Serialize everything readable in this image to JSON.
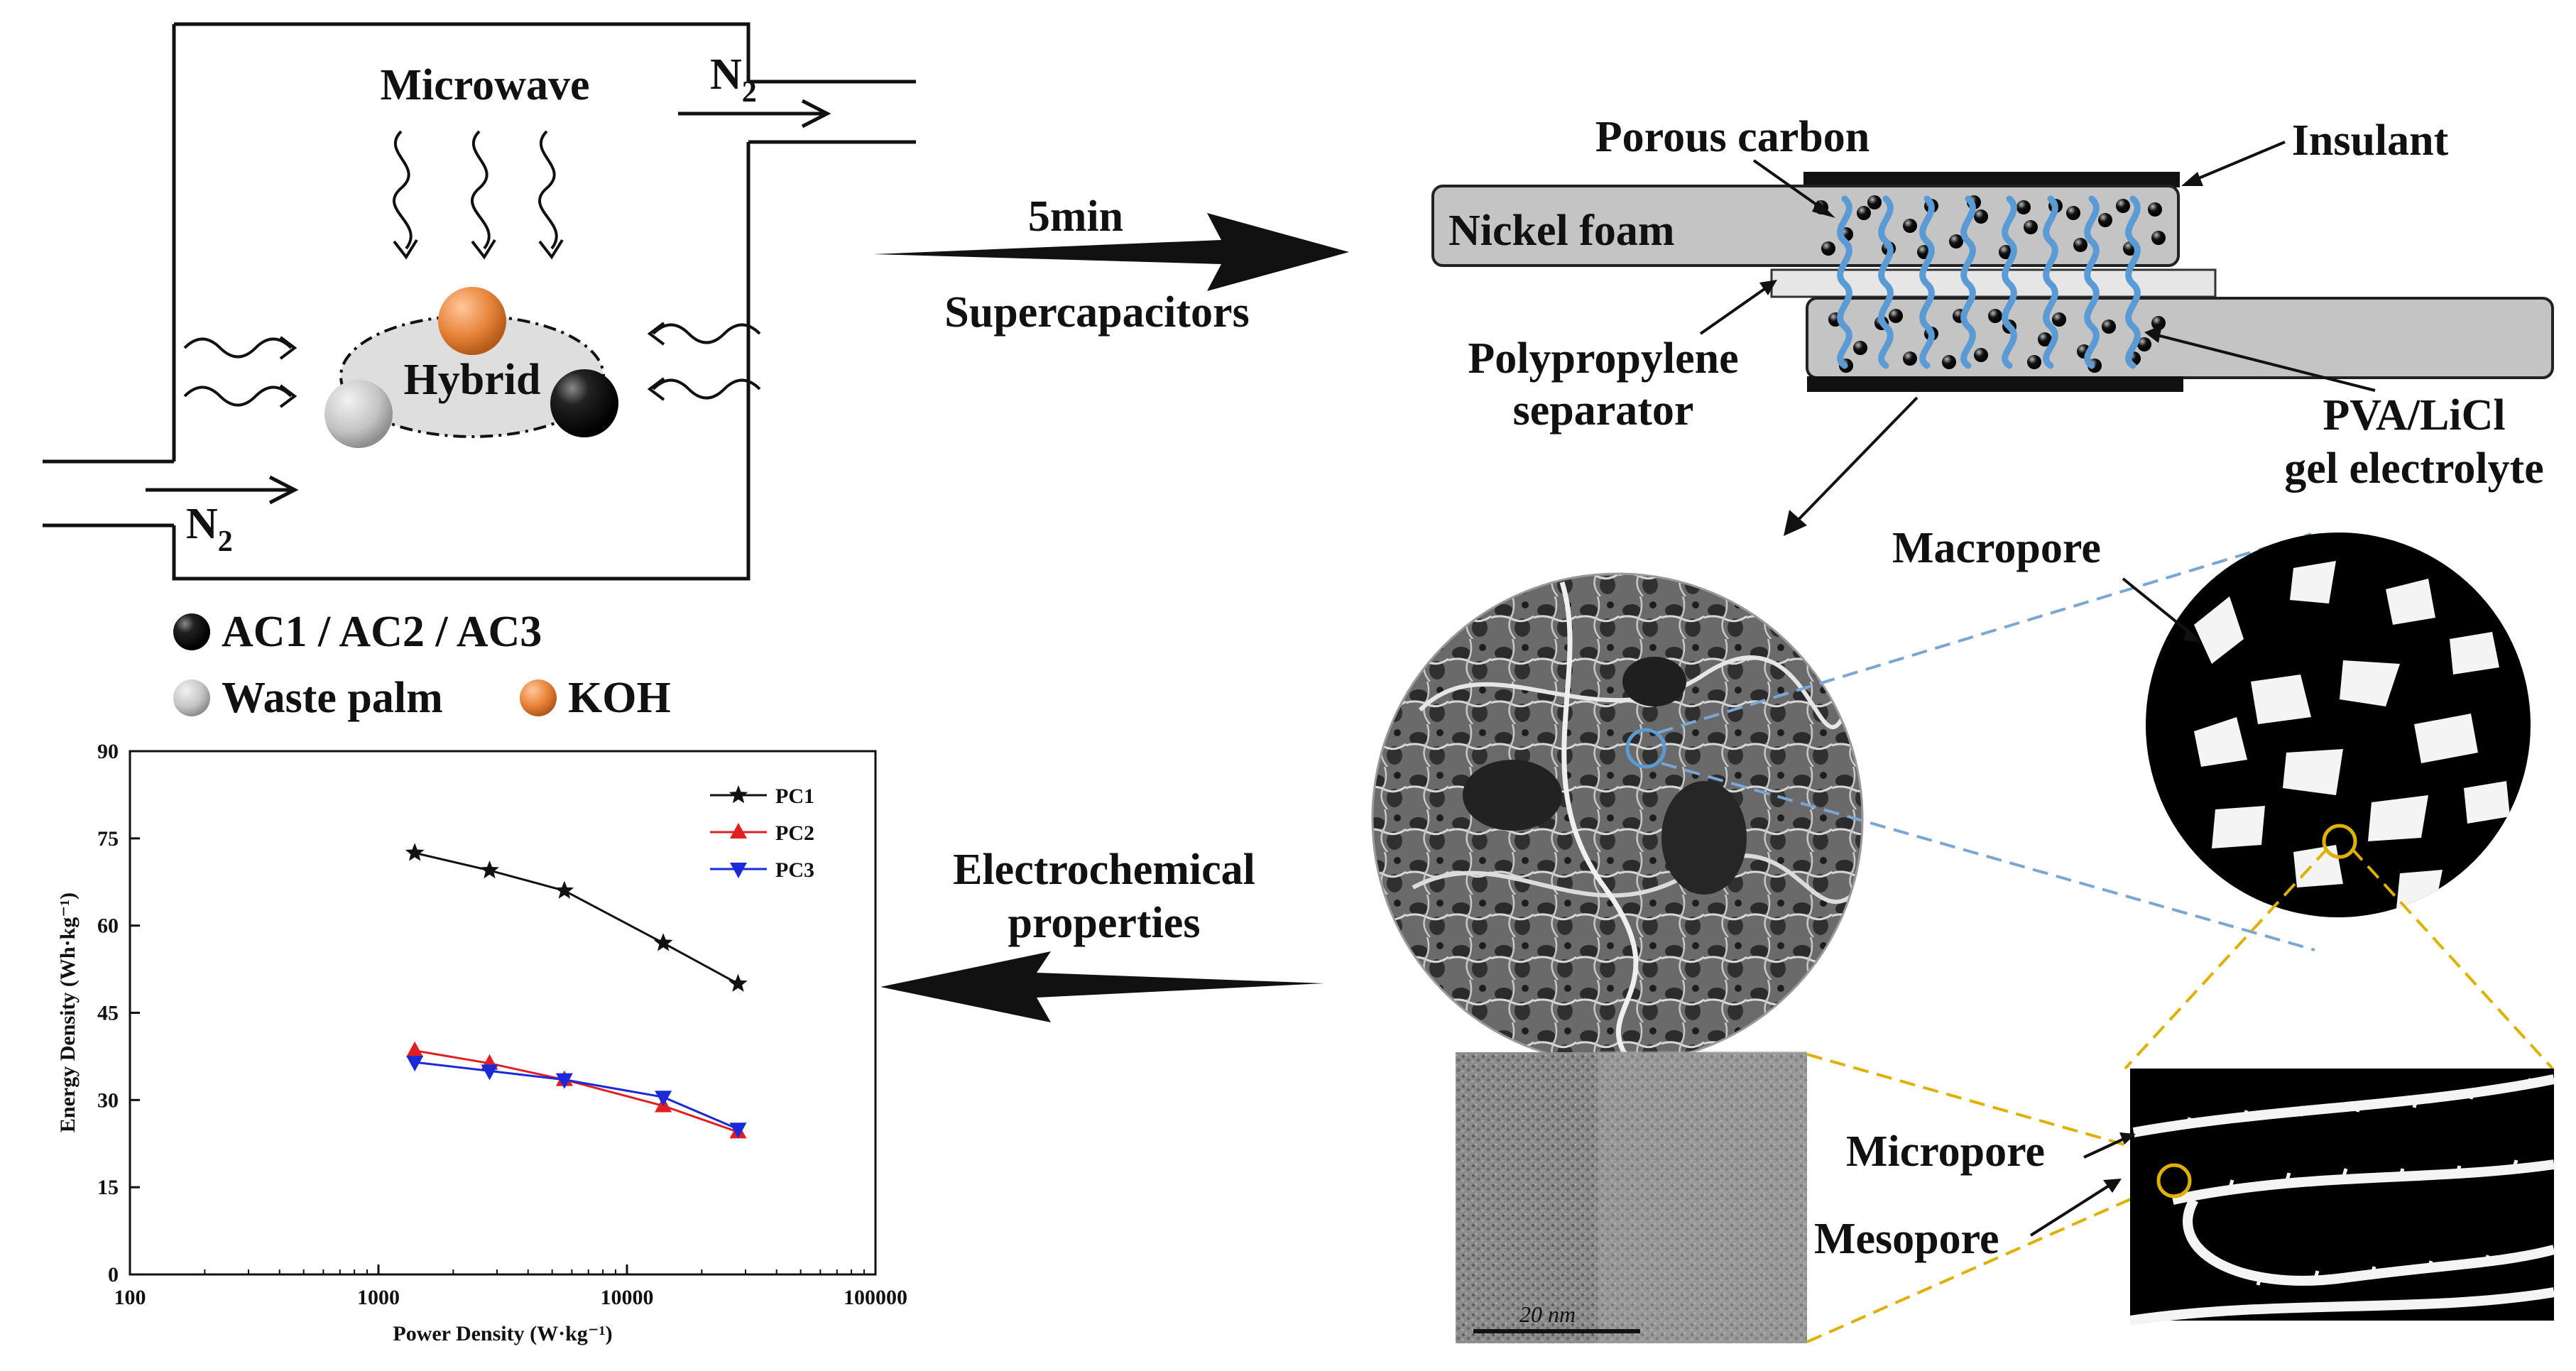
{
  "reactor": {
    "microwave_label": "Microwave",
    "n2_top": "N",
    "n2_bottom": "N",
    "n2_subscript": "2",
    "hybrid_label": "Hybrid"
  },
  "legend_materials": {
    "ac": "AC1 / AC2 / AC3",
    "waste_palm": "Waste palm",
    "koh": "KOH"
  },
  "process": {
    "time_label": "5min",
    "product_label": "Supercapacitors",
    "back_label_line1": "Electrochemical",
    "back_label_line2": "properties"
  },
  "device": {
    "porous_carbon": "Porous carbon",
    "insulant": "Insulant",
    "nickel_foam": "Nickel foam",
    "separator_line1": "Polypropylene",
    "separator_line2": "separator",
    "electrolyte_line1": "PVA/LiCl",
    "electrolyte_line2": "gel electrolyte"
  },
  "pores": {
    "macropore": "Macropore",
    "micropore": "Micropore",
    "mesopore": "Mesopore",
    "scale_bar": "20 nm"
  },
  "colors": {
    "koh": "#e8843a",
    "waste_palm": "#c8c8c8",
    "ac": "#111111",
    "electrolyte": "#5b9bd5",
    "dash_blue": "#7aa6d6",
    "dash_gold": "#e0b000",
    "pc1": "#111111",
    "pc2": "#e02020",
    "pc3": "#1a2ad6"
  },
  "chart_data": {
    "type": "line",
    "title": "",
    "xlabel": "Power Density (W·kg⁻¹)",
    "ylabel": "Energy Density (Wh·kg⁻¹)",
    "xscale": "log",
    "xlim": [
      100,
      100000
    ],
    "ylim": [
      0,
      90
    ],
    "x_ticks": [
      "100",
      "1000",
      "10000",
      "100000"
    ],
    "y_ticks": [
      "0",
      "15",
      "30",
      "45",
      "60",
      "75",
      "90"
    ],
    "legend_position": "top-right",
    "series": [
      {
        "name": "PC1",
        "marker": "star",
        "x": [
          1400,
          2800,
          5600,
          14000,
          28000
        ],
        "y": [
          72.5,
          69.5,
          66,
          57,
          50
        ]
      },
      {
        "name": "PC2",
        "marker": "triangle-up",
        "x": [
          1400,
          2800,
          5600,
          14000,
          28000
        ],
        "y": [
          38.5,
          36.3,
          33.5,
          29,
          24.5
        ]
      },
      {
        "name": "PC3",
        "marker": "triangle-down",
        "x": [
          1400,
          2800,
          5600,
          14000,
          28000
        ],
        "y": [
          36.5,
          35,
          33.5,
          30.5,
          25
        ]
      }
    ]
  }
}
